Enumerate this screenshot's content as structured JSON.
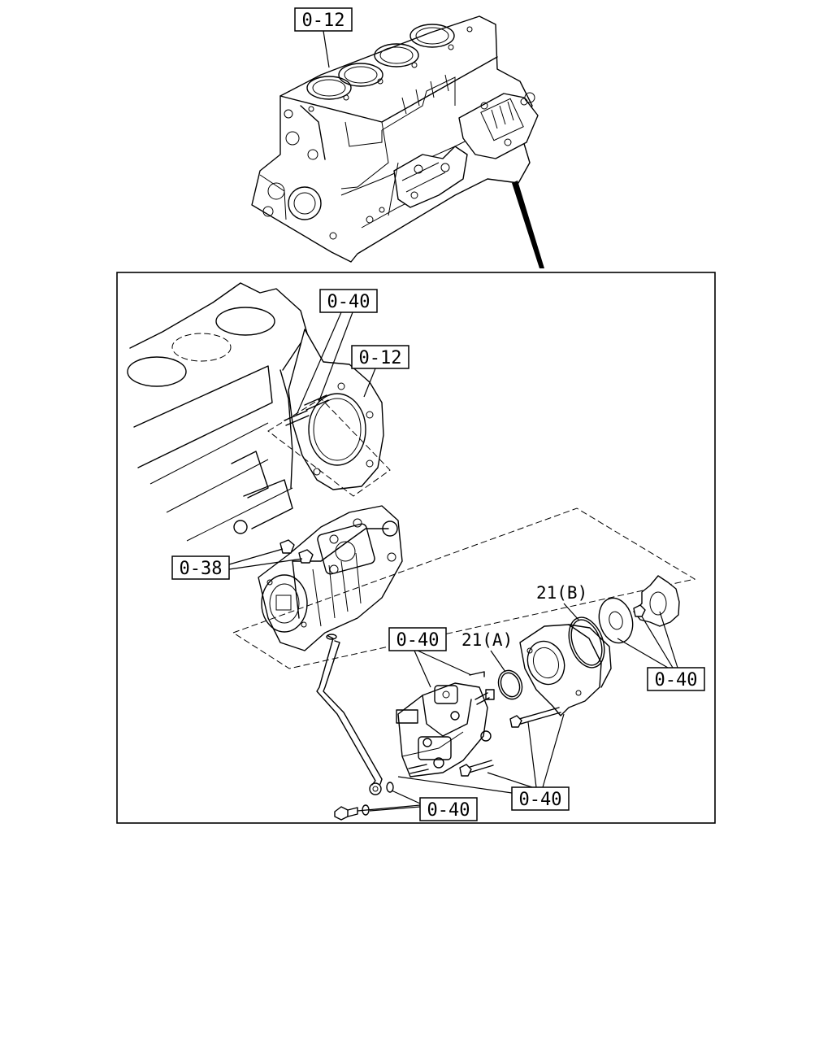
{
  "labels": {
    "top_block_ref": "0-12",
    "detail_block_bolts_ref": "0-40",
    "detail_block_ref": "0-12",
    "pump_bracket_nuts_ref": "0-38",
    "oring_a": "21(A)",
    "oring_b": "21(B)",
    "pump_assembly_ref": "0-40",
    "coupling_ref": "0-40",
    "housing_bolts_ref": "0-40",
    "fuel_pipe_bolts_ref": "0-40"
  }
}
